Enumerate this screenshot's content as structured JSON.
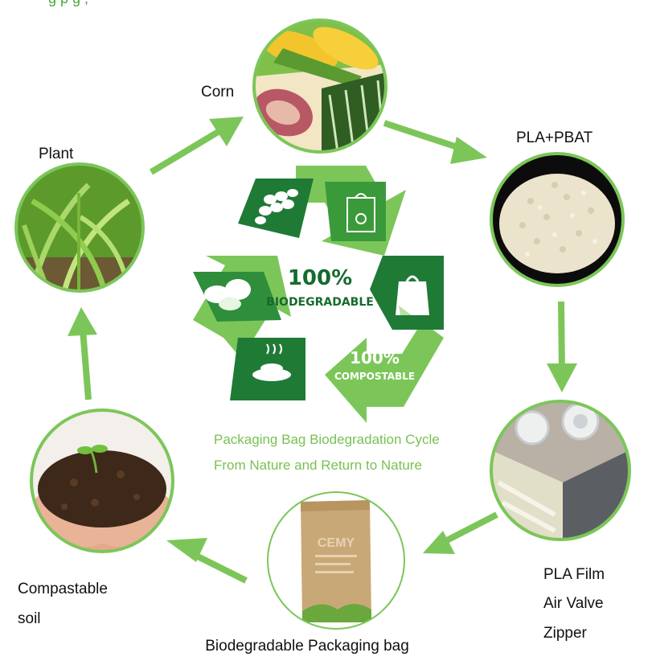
{
  "header": {
    "partial_text": "g                                    p         g                  ,  "
  },
  "center": {
    "pct1": "100%",
    "word1": "BIODEGRADABLE",
    "pct2": "100%",
    "word2": "COMPOSTABLE",
    "caption1": "Packaging Bag Biodegradation Cycle",
    "caption2": "From Nature and Return to Nature"
  },
  "nodes": {
    "corn": {
      "label": "Corn"
    },
    "pla_pbat": {
      "label": "PLA+PBAT"
    },
    "pla_film": {
      "lines": [
        "PLA Film",
        "Air Valve",
        "Zipper"
      ]
    },
    "bag": {
      "label": "Biodegradable Packaging bag",
      "brand": "CEMY"
    },
    "soil": {
      "lines": [
        "Compastable",
        "soil"
      ]
    },
    "plant": {
      "label": "Plant"
    }
  },
  "colors": {
    "green_light": "#7cc659",
    "green_mid": "#4aa836",
    "green_dark": "#1f7a36",
    "green_deep": "#156b2e",
    "caption": "#79c152"
  }
}
